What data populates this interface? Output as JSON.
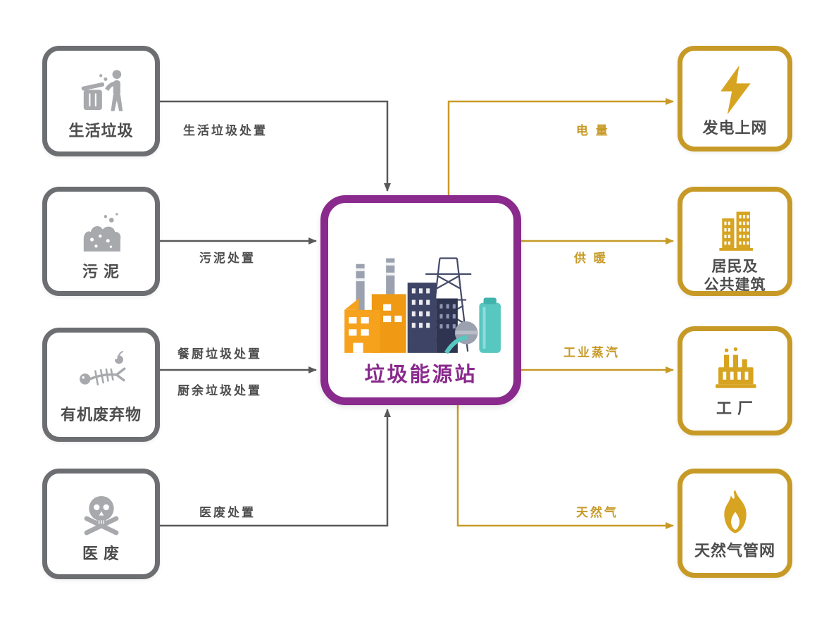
{
  "diagram": {
    "center": {
      "title": "垃圾能源站"
    },
    "inputs": [
      {
        "label": "生活垃圾"
      },
      {
        "label": "污  泥"
      },
      {
        "label": "有机废弃物"
      },
      {
        "label": "医  废"
      }
    ],
    "outputs": [
      {
        "label": "发电上网"
      },
      {
        "label": "居民及\n公共建筑"
      },
      {
        "label": "工  厂"
      },
      {
        "label": "天然气管网"
      }
    ],
    "input_edges": [
      {
        "label": "生活垃圾处置"
      },
      {
        "label": "污泥处置"
      },
      {
        "label": "餐厨垃圾处置"
      },
      {
        "label": "厨余垃圾处置"
      },
      {
        "label": "医废处置"
      }
    ],
    "output_edges": [
      {
        "label": "电  量"
      },
      {
        "label": "供  暖"
      },
      {
        "label": "工业蒸汽"
      },
      {
        "label": "天然气"
      }
    ],
    "colors": {
      "input_border": "#6d6e71",
      "output_border": "#c79a27",
      "center_border": "#8a2a8d",
      "gray_arrow": "#58595b",
      "gold_arrow": "#c79a27",
      "icon_gray": "#a7a9ac",
      "icon_gold": "#d7a421",
      "title_purple": "#8a2a8d"
    }
  }
}
